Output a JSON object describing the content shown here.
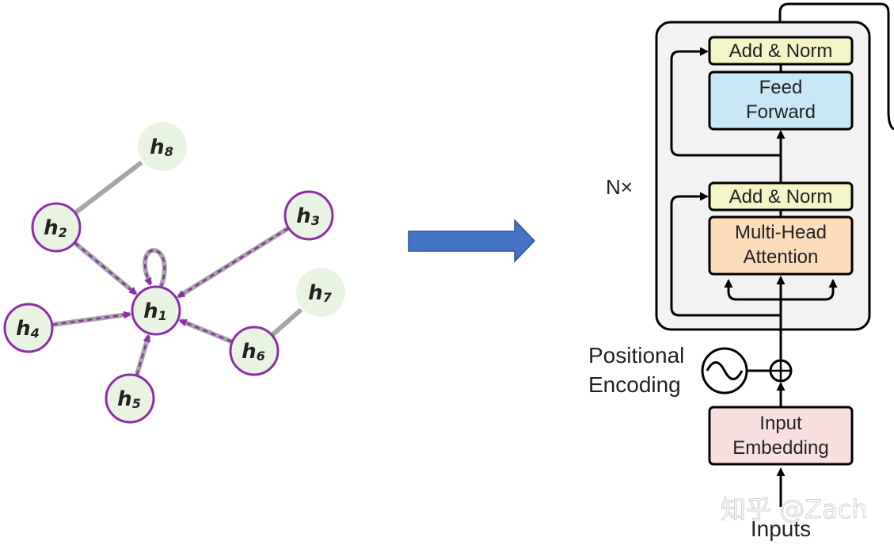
{
  "graph": {
    "nodes": [
      {
        "id": "h1",
        "base": "h",
        "sub": "1",
        "style": "purple"
      },
      {
        "id": "h2",
        "base": "h",
        "sub": "2",
        "style": "purple"
      },
      {
        "id": "h3",
        "base": "h",
        "sub": "3",
        "style": "purple"
      },
      {
        "id": "h4",
        "base": "h",
        "sub": "4",
        "style": "purple"
      },
      {
        "id": "h5",
        "base": "h",
        "sub": "5",
        "style": "purple"
      },
      {
        "id": "h6",
        "base": "h",
        "sub": "6",
        "style": "purple"
      },
      {
        "id": "h7",
        "base": "h",
        "sub": "7",
        "style": "green"
      },
      {
        "id": "h8",
        "base": "h",
        "sub": "8",
        "style": "green"
      }
    ],
    "edges": [
      {
        "from": "h2",
        "to": "h8",
        "type": "undirected"
      },
      {
        "from": "h6",
        "to": "h7",
        "type": "undirected"
      },
      {
        "from": "h2",
        "to": "h1",
        "type": "attention"
      },
      {
        "from": "h3",
        "to": "h1",
        "type": "attention"
      },
      {
        "from": "h4",
        "to": "h1",
        "type": "attention"
      },
      {
        "from": "h5",
        "to": "h1",
        "type": "attention"
      },
      {
        "from": "h6",
        "to": "h1",
        "type": "attention"
      },
      {
        "from": "h1",
        "to": "h1",
        "type": "self-loop"
      }
    ],
    "colors": {
      "node_fill": "#e9f3e2",
      "node_stroke": "#8b2fa8",
      "edge_grey": "#a6a6a6",
      "edge_dash": "#8b2fa8",
      "arrow_head": "#8b2fa8"
    }
  },
  "arrow": {
    "color": "#4472c4",
    "stroke": "#2f5597"
  },
  "transformer": {
    "repeat_label": "N×",
    "blocks": {
      "add_norm_top": "Add & Norm",
      "feed_forward_line1": "Feed",
      "feed_forward_line2": "Forward",
      "add_norm_bottom": "Add & Norm",
      "mha_line1": "Multi-Head",
      "mha_line2": "Attention",
      "embed_line1": "Input",
      "embed_line2": "Embedding"
    },
    "positional_line1": "Positional",
    "positional_line2": "Encoding",
    "inputs_label": "Inputs",
    "colors": {
      "add_norm": "#f3f5c6",
      "feed_forward": "#c9e8f7",
      "mha": "#fcdcb9",
      "embedding": "#f9dfe0",
      "container": "#f2f2f2"
    }
  },
  "watermark": "知乎 @Zach"
}
